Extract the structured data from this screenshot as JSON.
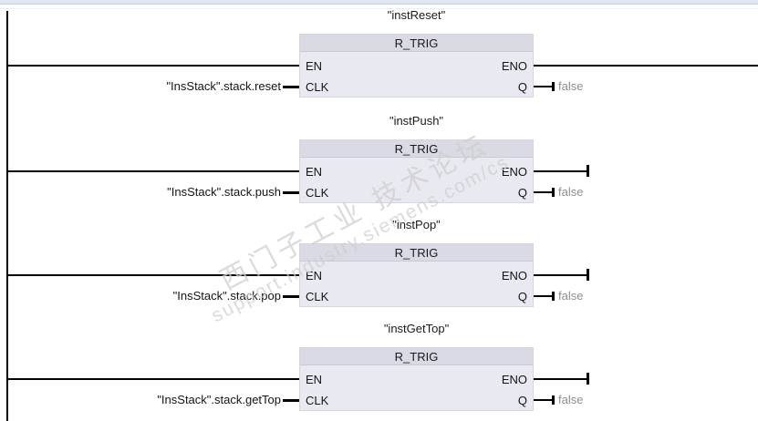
{
  "editor": {
    "language": "FBD",
    "pin_labels": {
      "en": "EN",
      "clk": "CLK",
      "eno": "ENO",
      "q": "Q"
    }
  },
  "colors": {
    "block_body": "#e9eaf1",
    "block_header": "#d9dae3",
    "wire": "#000000",
    "monitor_value_text": "#8f8f8f",
    "watermark": "#cfcfcf",
    "topbar": "#e2e5ef"
  },
  "watermark": {
    "line1": "西门子工业 技术论坛",
    "line2": "support.industry.siemens.com/cs"
  },
  "networks": [
    {
      "title": "\"instReset\"",
      "block_type": "R_TRIG",
      "clk_operand": "\"InsStack\".stack.reset",
      "q_value": "false"
    },
    {
      "title": "\"instPush\"",
      "block_type": "R_TRIG",
      "clk_operand": "\"InsStack\".stack.push",
      "q_value": "false"
    },
    {
      "title": "\"instPop\"",
      "block_type": "R_TRIG",
      "clk_operand": "\"InsStack\".stack.pop",
      "q_value": "false"
    },
    {
      "title": "\"instGetTop\"",
      "block_type": "R_TRIG",
      "clk_operand": "\"InsStack\".stack.getTop",
      "q_value": "false"
    }
  ]
}
